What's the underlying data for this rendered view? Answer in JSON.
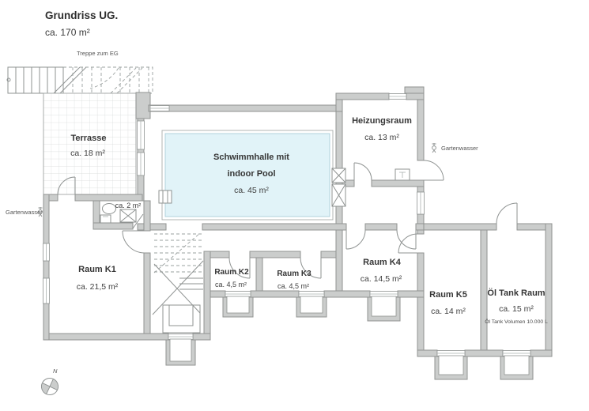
{
  "title": {
    "main": "Grundriss UG.",
    "area": "ca. 170 m²"
  },
  "labels": {
    "treppe": "Treppe zum EG",
    "gartenwasser_left": "Gartenwasser",
    "gartenwasser_right": "Gartenwasser",
    "north": "N"
  },
  "rooms": {
    "terrasse": {
      "name": "Terrasse",
      "area": "ca. 18 m²"
    },
    "schwimmhalle": {
      "line1": "Schwimmhalle mit",
      "line2": "indoor Pool",
      "area": "ca. 45 m²"
    },
    "heizungsraum": {
      "name": "Heizungsraum",
      "area": "ca. 13 m²"
    },
    "wc": {
      "area": "ca. 2 m²"
    },
    "k1": {
      "name": "Raum K1",
      "area": "ca. 21,5 m²"
    },
    "k2": {
      "name": "Raum K2",
      "area": "ca. 4,5 m²"
    },
    "k3": {
      "name": "Raum K3",
      "area": "ca. 4,5 m²"
    },
    "k4": {
      "name": "Raum K4",
      "area": "ca. 14,5 m²"
    },
    "k5": {
      "name": "Raum K5",
      "area": "ca. 14 m²"
    },
    "oeltank": {
      "name": "Öl Tank Raum",
      "area": "ca. 15 m²",
      "note": "Öl Tank Volumen 10.000 L"
    }
  },
  "colors": {
    "wall": "#cbcdcc",
    "pool_water": "#e1f3f8",
    "background": "#ffffff"
  }
}
